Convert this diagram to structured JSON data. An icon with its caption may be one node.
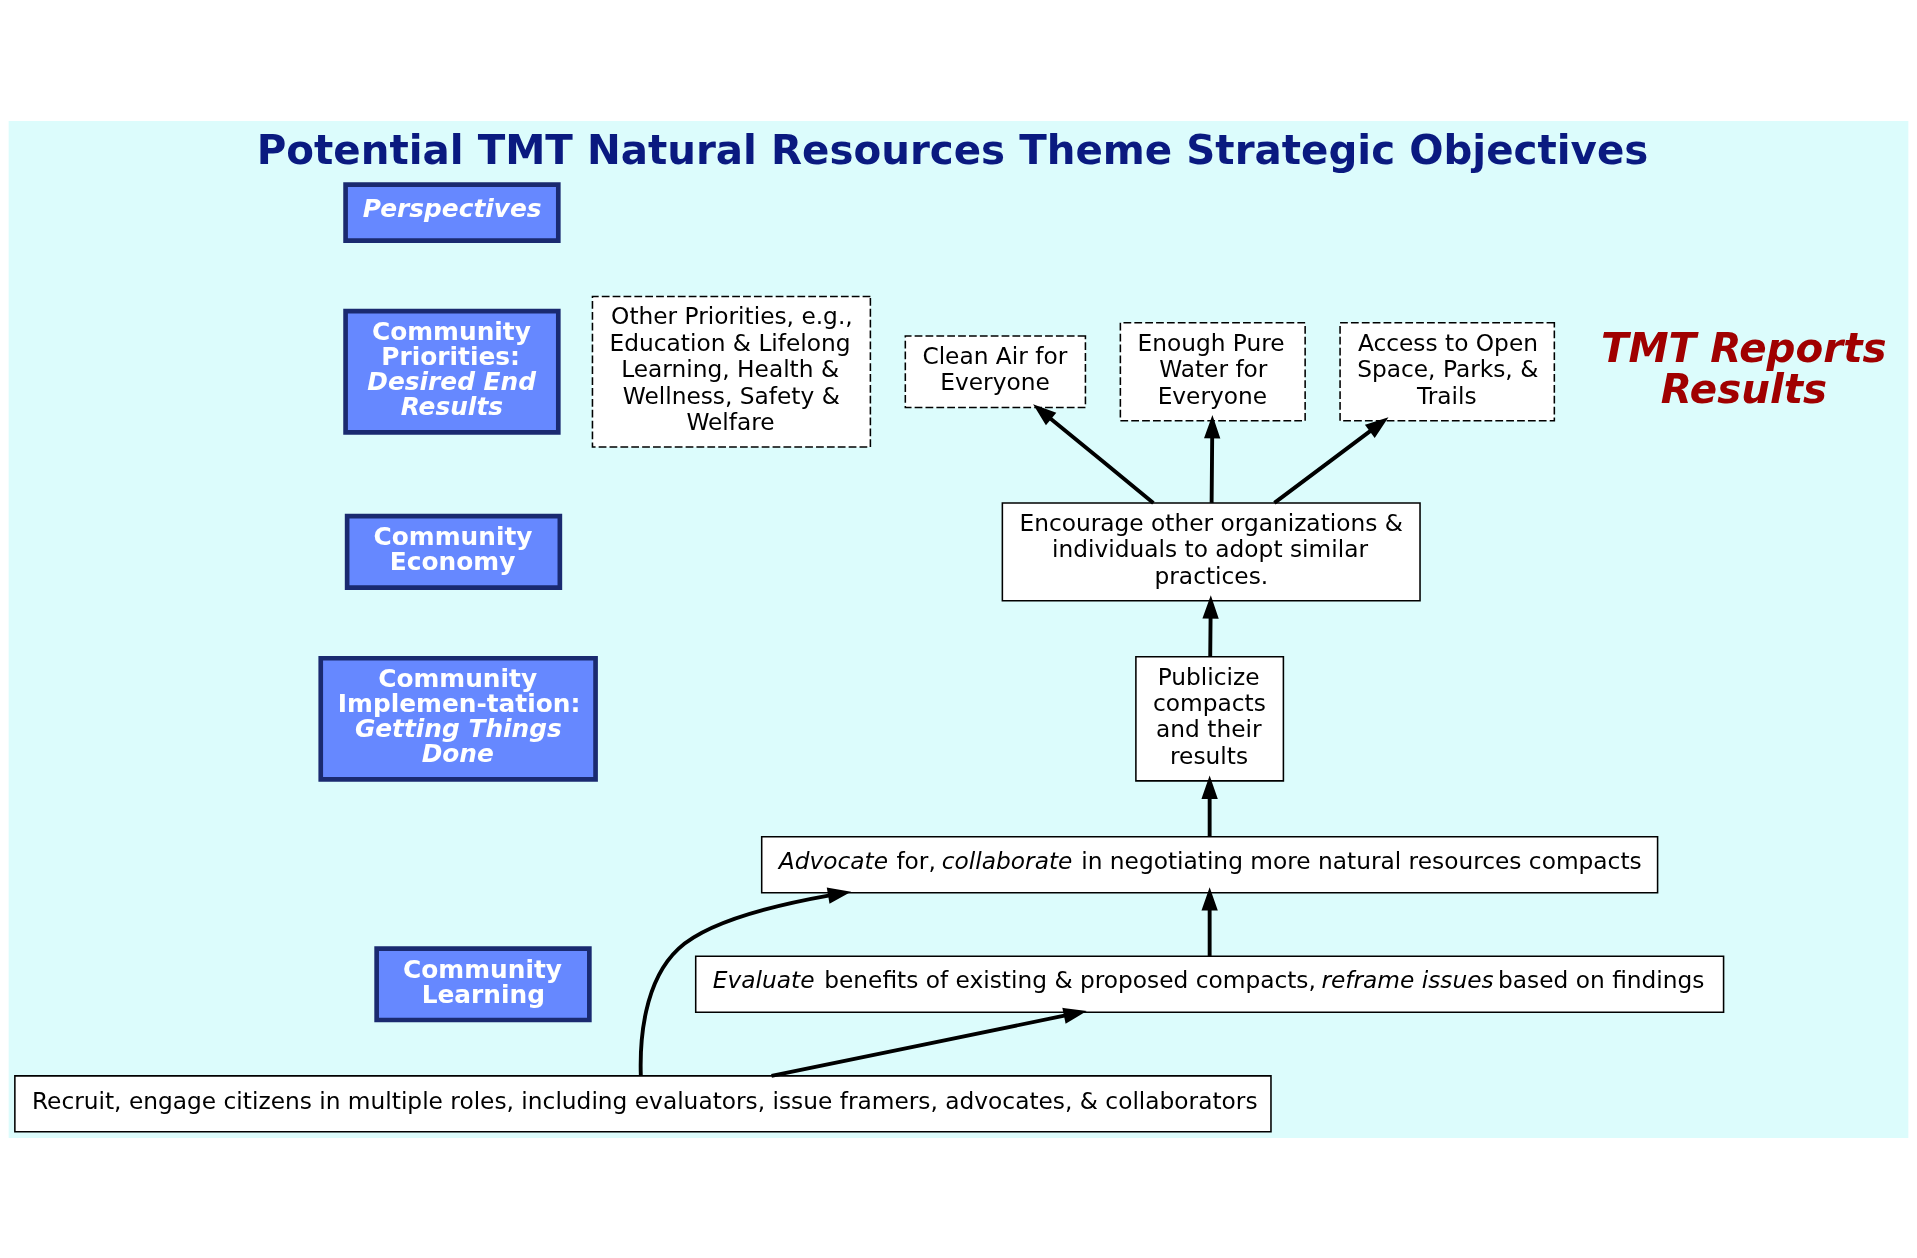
{
  "diagram": {
    "title": "Potential TMT Natural Resources Theme Strategic Objectives",
    "nodes": [
      {
        "text": [
          "Perspectives"
        ]
      },
      {
        "text": [
          "Community Priorities:",
          "Desired End Results"
        ]
      },
      {
        "text": [
          "Community Economy"
        ]
      },
      {
        "text": [
          "Community Implemen-tation:",
          "Getting Things Done"
        ]
      },
      {
        "text": [
          "Community Learning"
        ]
      },
      {
        "text": [
          "Other Priorities, e.g., Education & Lifelong Learning, Health & Wellness, Safety & Welfare"
        ]
      },
      {
        "text": [
          "Clean Air for Everyone"
        ]
      },
      {
        "text": [
          "Enough Pure Water for Everyone"
        ]
      },
      {
        "text": [
          "Access to Open Space, Parks, & Trails"
        ]
      },
      {
        "text": [
          "Encourage other organizations & individuals to adopt similar practices."
        ]
      },
      {
        "text": [
          "Publicize compacts and their results"
        ]
      },
      {
        "text": [
          "*Advocate* for, *collaborate* in negotiating more natural resources compacts"
        ]
      },
      {
        "text": [
          "*Evaluate* benefits of existing & proposed compacts, *reframe issues* based on findings"
        ]
      },
      {
        "text": [
          "Recruit, engage citizens in multiple roles, including evaluators, issue framers, advocates, & collaborators"
        ]
      }
    ],
    "edges": [
      {
        "from": 9,
        "to": 6,
        "arrow": "to"
      },
      {
        "from": 9,
        "to": 7,
        "arrow": "to"
      },
      {
        "from": 9,
        "to": 8,
        "arrow": "to"
      },
      {
        "from": 10,
        "to": 9,
        "arrow": "to"
      },
      {
        "from": 11,
        "to": 10,
        "arrow": "to"
      },
      {
        "from": 12,
        "to": 11,
        "arrow": "to"
      },
      {
        "from": 13,
        "to": 12,
        "arrow": "to"
      },
      {
        "from": 13,
        "to": 11,
        "arrow": "to"
      }
    ],
    "labels": [
      "TMT Reports Results"
    ]
  }
}
